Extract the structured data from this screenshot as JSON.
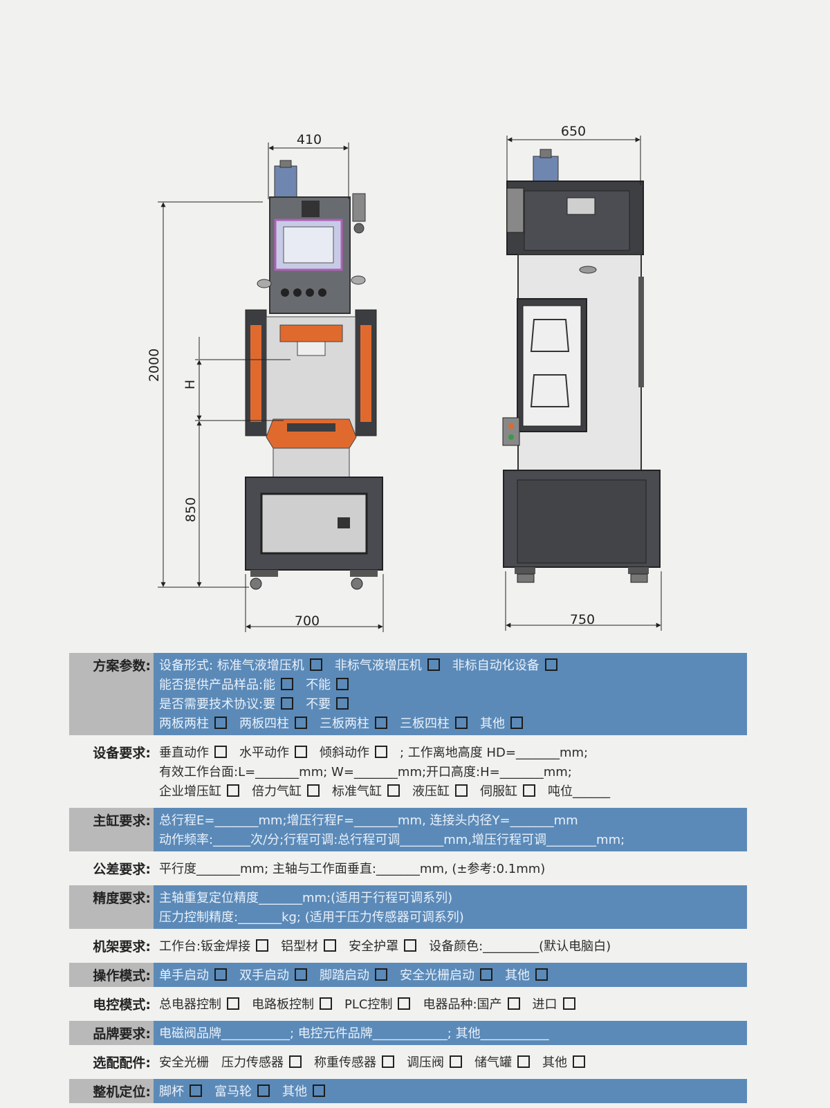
{
  "dimensions": {
    "front_width_top": "410",
    "front_height": "2000",
    "front_stroke": "H",
    "front_base_height": "850",
    "front_width_bottom": "700",
    "side_width_top": "650",
    "side_width_bottom": "750"
  },
  "sections": [
    {
      "label": "方案参数:",
      "lines": [
        [
          {
            "text": "设备形式: 标准气液增压机",
            "box": true
          },
          {
            "text": "非标气液增压机",
            "box": true
          },
          {
            "text": "非标自动化设备",
            "box": true
          }
        ],
        [
          {
            "text": "能否提供产品样品:能",
            "box": true
          },
          {
            "text": "不能",
            "box": true
          }
        ],
        [
          {
            "text": "是否需要技术协议:要",
            "box": true
          },
          {
            "text": "不要",
            "box": true
          }
        ],
        [
          {
            "text": "两板两柱",
            "box": true
          },
          {
            "text": "两板四柱",
            "box": true
          },
          {
            "text": "三板两柱",
            "box": true
          },
          {
            "text": "三板四柱",
            "box": true
          },
          {
            "text": "其他",
            "box": true
          }
        ]
      ]
    },
    {
      "label": "设备要求:",
      "lines": [
        [
          {
            "text": "垂直动作",
            "box": true
          },
          {
            "text": "水平动作",
            "box": true
          },
          {
            "text": "倾斜动作",
            "box": true
          },
          {
            "text": ";  工作离地高度 HD=_______mm;",
            "box": false
          }
        ],
        [
          {
            "text": "有效工作台面:L=_______mm; W=_______mm;开口高度:H=_______mm;",
            "box": false
          }
        ],
        [
          {
            "text": "企业增压缸",
            "box": true
          },
          {
            "text": "倍力气缸",
            "box": true
          },
          {
            "text": "标准气缸",
            "box": true
          },
          {
            "text": "液压缸",
            "box": true
          },
          {
            "text": "伺服缸",
            "box": true
          },
          {
            "text": "吨位______",
            "box": false
          }
        ]
      ]
    },
    {
      "label": "主缸要求:",
      "lines": [
        [
          {
            "text": "总行程E=_______mm;增压行程F=_______mm, 连接头内径Y=_______mm",
            "box": false
          }
        ],
        [
          {
            "text": "动作频率:______次/分;行程可调:总行程可调_______mm,增压行程可调________mm;",
            "box": false
          }
        ]
      ]
    },
    {
      "label": "公差要求:",
      "lines": [
        [
          {
            "text": "平行度_______mm; 主轴与工作面垂直:_______mm, (±参考:0.1mm)",
            "box": false
          }
        ]
      ]
    },
    {
      "label": "精度要求:",
      "lines": [
        [
          {
            "text": "主轴重复定位精度_______mm;(适用于行程可调系列)",
            "box": false
          }
        ],
        [
          {
            "text": "压力控制精度:_______kg; (适用于压力传感器可调系列)",
            "box": false
          }
        ]
      ]
    },
    {
      "label": "机架要求:",
      "lines": [
        [
          {
            "text": "工作台:钣金焊接",
            "box": true
          },
          {
            "text": "铝型材",
            "box": true
          },
          {
            "text": "安全护罩",
            "box": true
          },
          {
            "text": "设备颜色:_________(默认电脑白)",
            "box": false
          }
        ]
      ]
    },
    {
      "label": "操作模式:",
      "lines": [
        [
          {
            "text": "单手启动",
            "box": true
          },
          {
            "text": "双手启动",
            "box": true
          },
          {
            "text": "脚踏启动",
            "box": true
          },
          {
            "text": "安全光栅启动",
            "box": true
          },
          {
            "text": "其他",
            "box": true
          }
        ]
      ]
    },
    {
      "label": "电控模式:",
      "lines": [
        [
          {
            "text": "总电器控制",
            "box": true
          },
          {
            "text": "电路板控制",
            "box": true
          },
          {
            "text": "PLC控制",
            "box": true
          },
          {
            "text": "电器品种:国产",
            "box": true
          },
          {
            "text": "进口",
            "box": true
          }
        ]
      ]
    },
    {
      "label": "品牌要求:",
      "lines": [
        [
          {
            "text": "电磁阀品牌___________;   电控元件品牌____________;   其他___________",
            "box": false
          }
        ]
      ]
    },
    {
      "label": "选配配件:",
      "lines": [
        [
          {
            "text": "安全光栅",
            "box": false
          },
          {
            "text": "压力传感器",
            "box": true
          },
          {
            "text": "称重传感器",
            "box": true
          },
          {
            "text": "调压阀",
            "box": true
          },
          {
            "text": "储气罐",
            "box": true
          },
          {
            "text": "其他",
            "box": true
          }
        ]
      ]
    },
    {
      "label": "整机定位:",
      "lines": [
        [
          {
            "text": "脚杯",
            "box": true
          },
          {
            "text": "富马轮",
            "box": true
          },
          {
            "text": "其他",
            "box": true
          }
        ]
      ]
    }
  ]
}
